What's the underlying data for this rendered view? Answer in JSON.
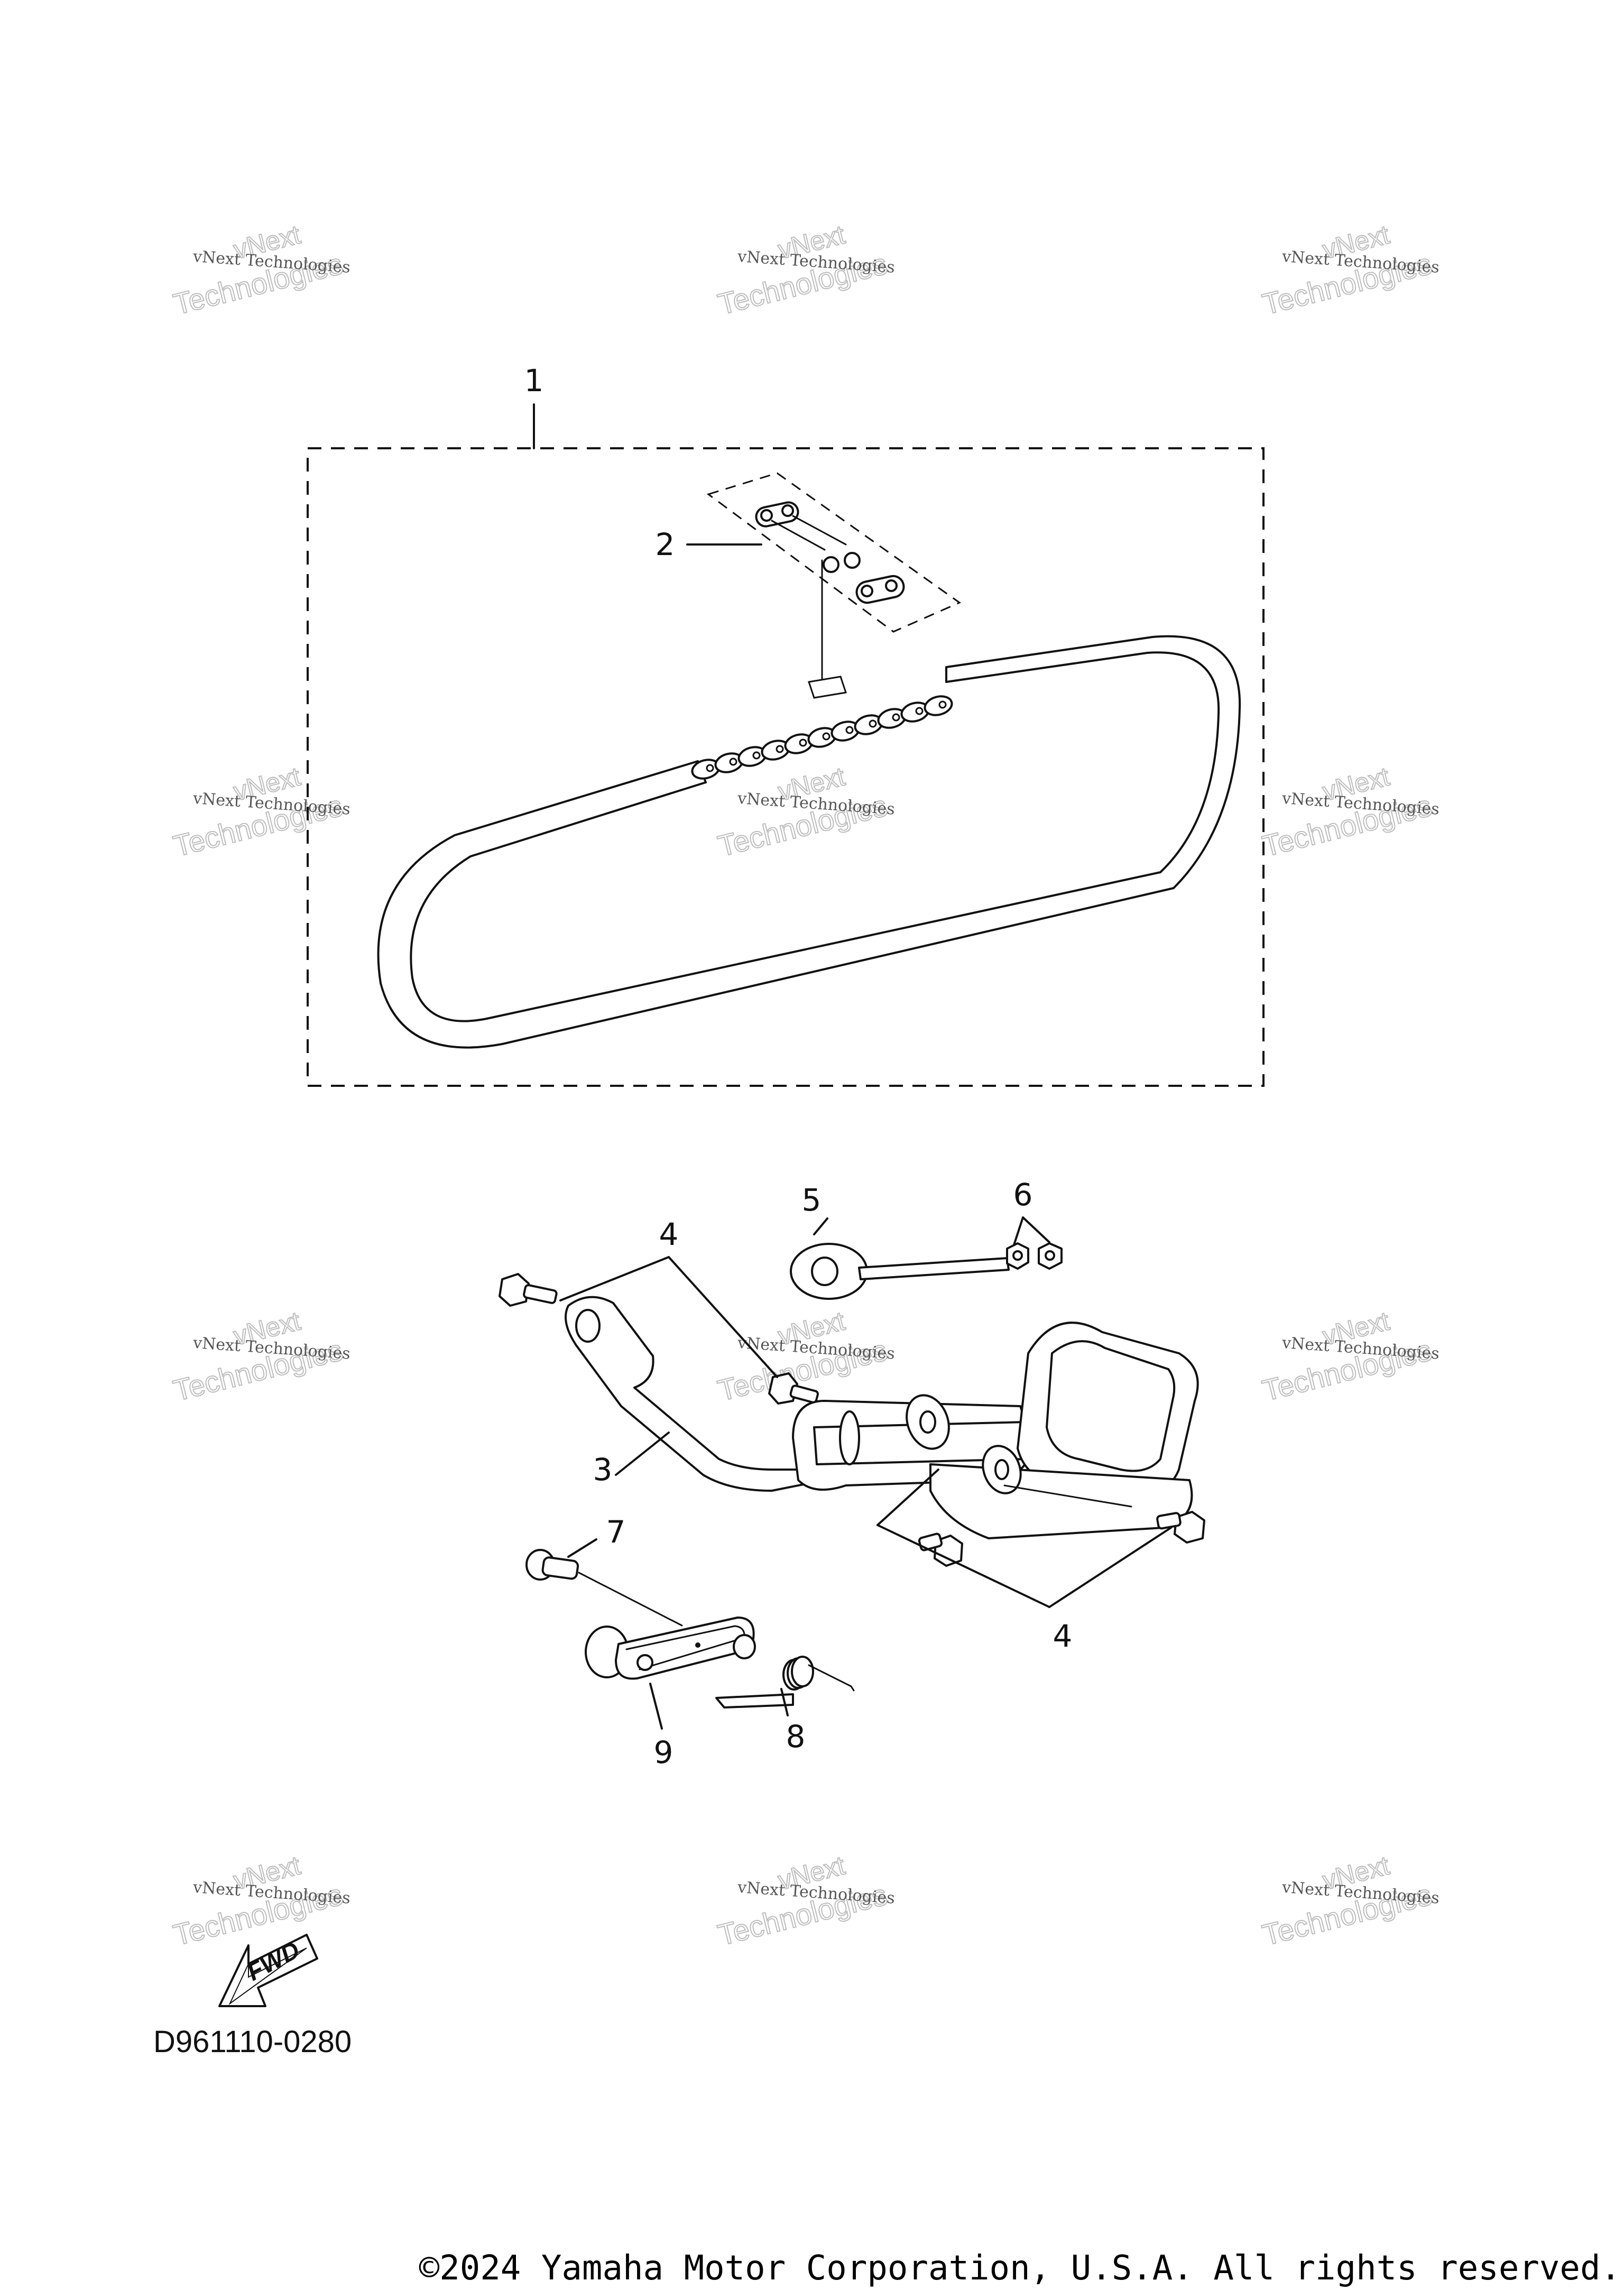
{
  "diagram": {
    "callouts": [
      "1",
      "2",
      "3",
      "4",
      "4",
      "5",
      "6",
      "7",
      "8",
      "9"
    ],
    "drawing_code": "D961110-0280",
    "fwd_label": "FWD",
    "copyright": "©2024 Yamaha Motor Corporation, U.S.A. All rights reserved.",
    "watermark": {
      "line_small": "vNext Technologies",
      "line_large_1": "vNext",
      "line_large_2": "Technologies"
    }
  }
}
